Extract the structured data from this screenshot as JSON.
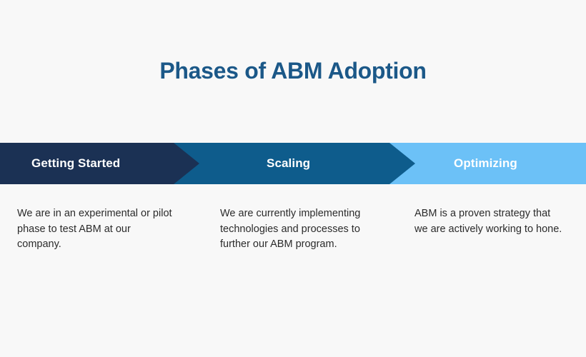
{
  "title": "Phases of ABM Adoption",
  "colors": {
    "background": "#f8f8f8",
    "title": "#1b5888",
    "phase_1": "#1b3154",
    "phase_2": "#0e5c8c",
    "phase_3": "#6cc1f7",
    "label_text": "#ffffff",
    "body_text": "#2b2b2b"
  },
  "phases": [
    {
      "label": "Getting Started",
      "description": "We are in an experimental or pilot phase to test ABM at our company."
    },
    {
      "label": "Scaling",
      "description": "We are currently implementing technologies and processes to further our ABM program."
    },
    {
      "label": "Optimizing",
      "description": "ABM is a proven strategy that we are actively working to hone."
    }
  ]
}
